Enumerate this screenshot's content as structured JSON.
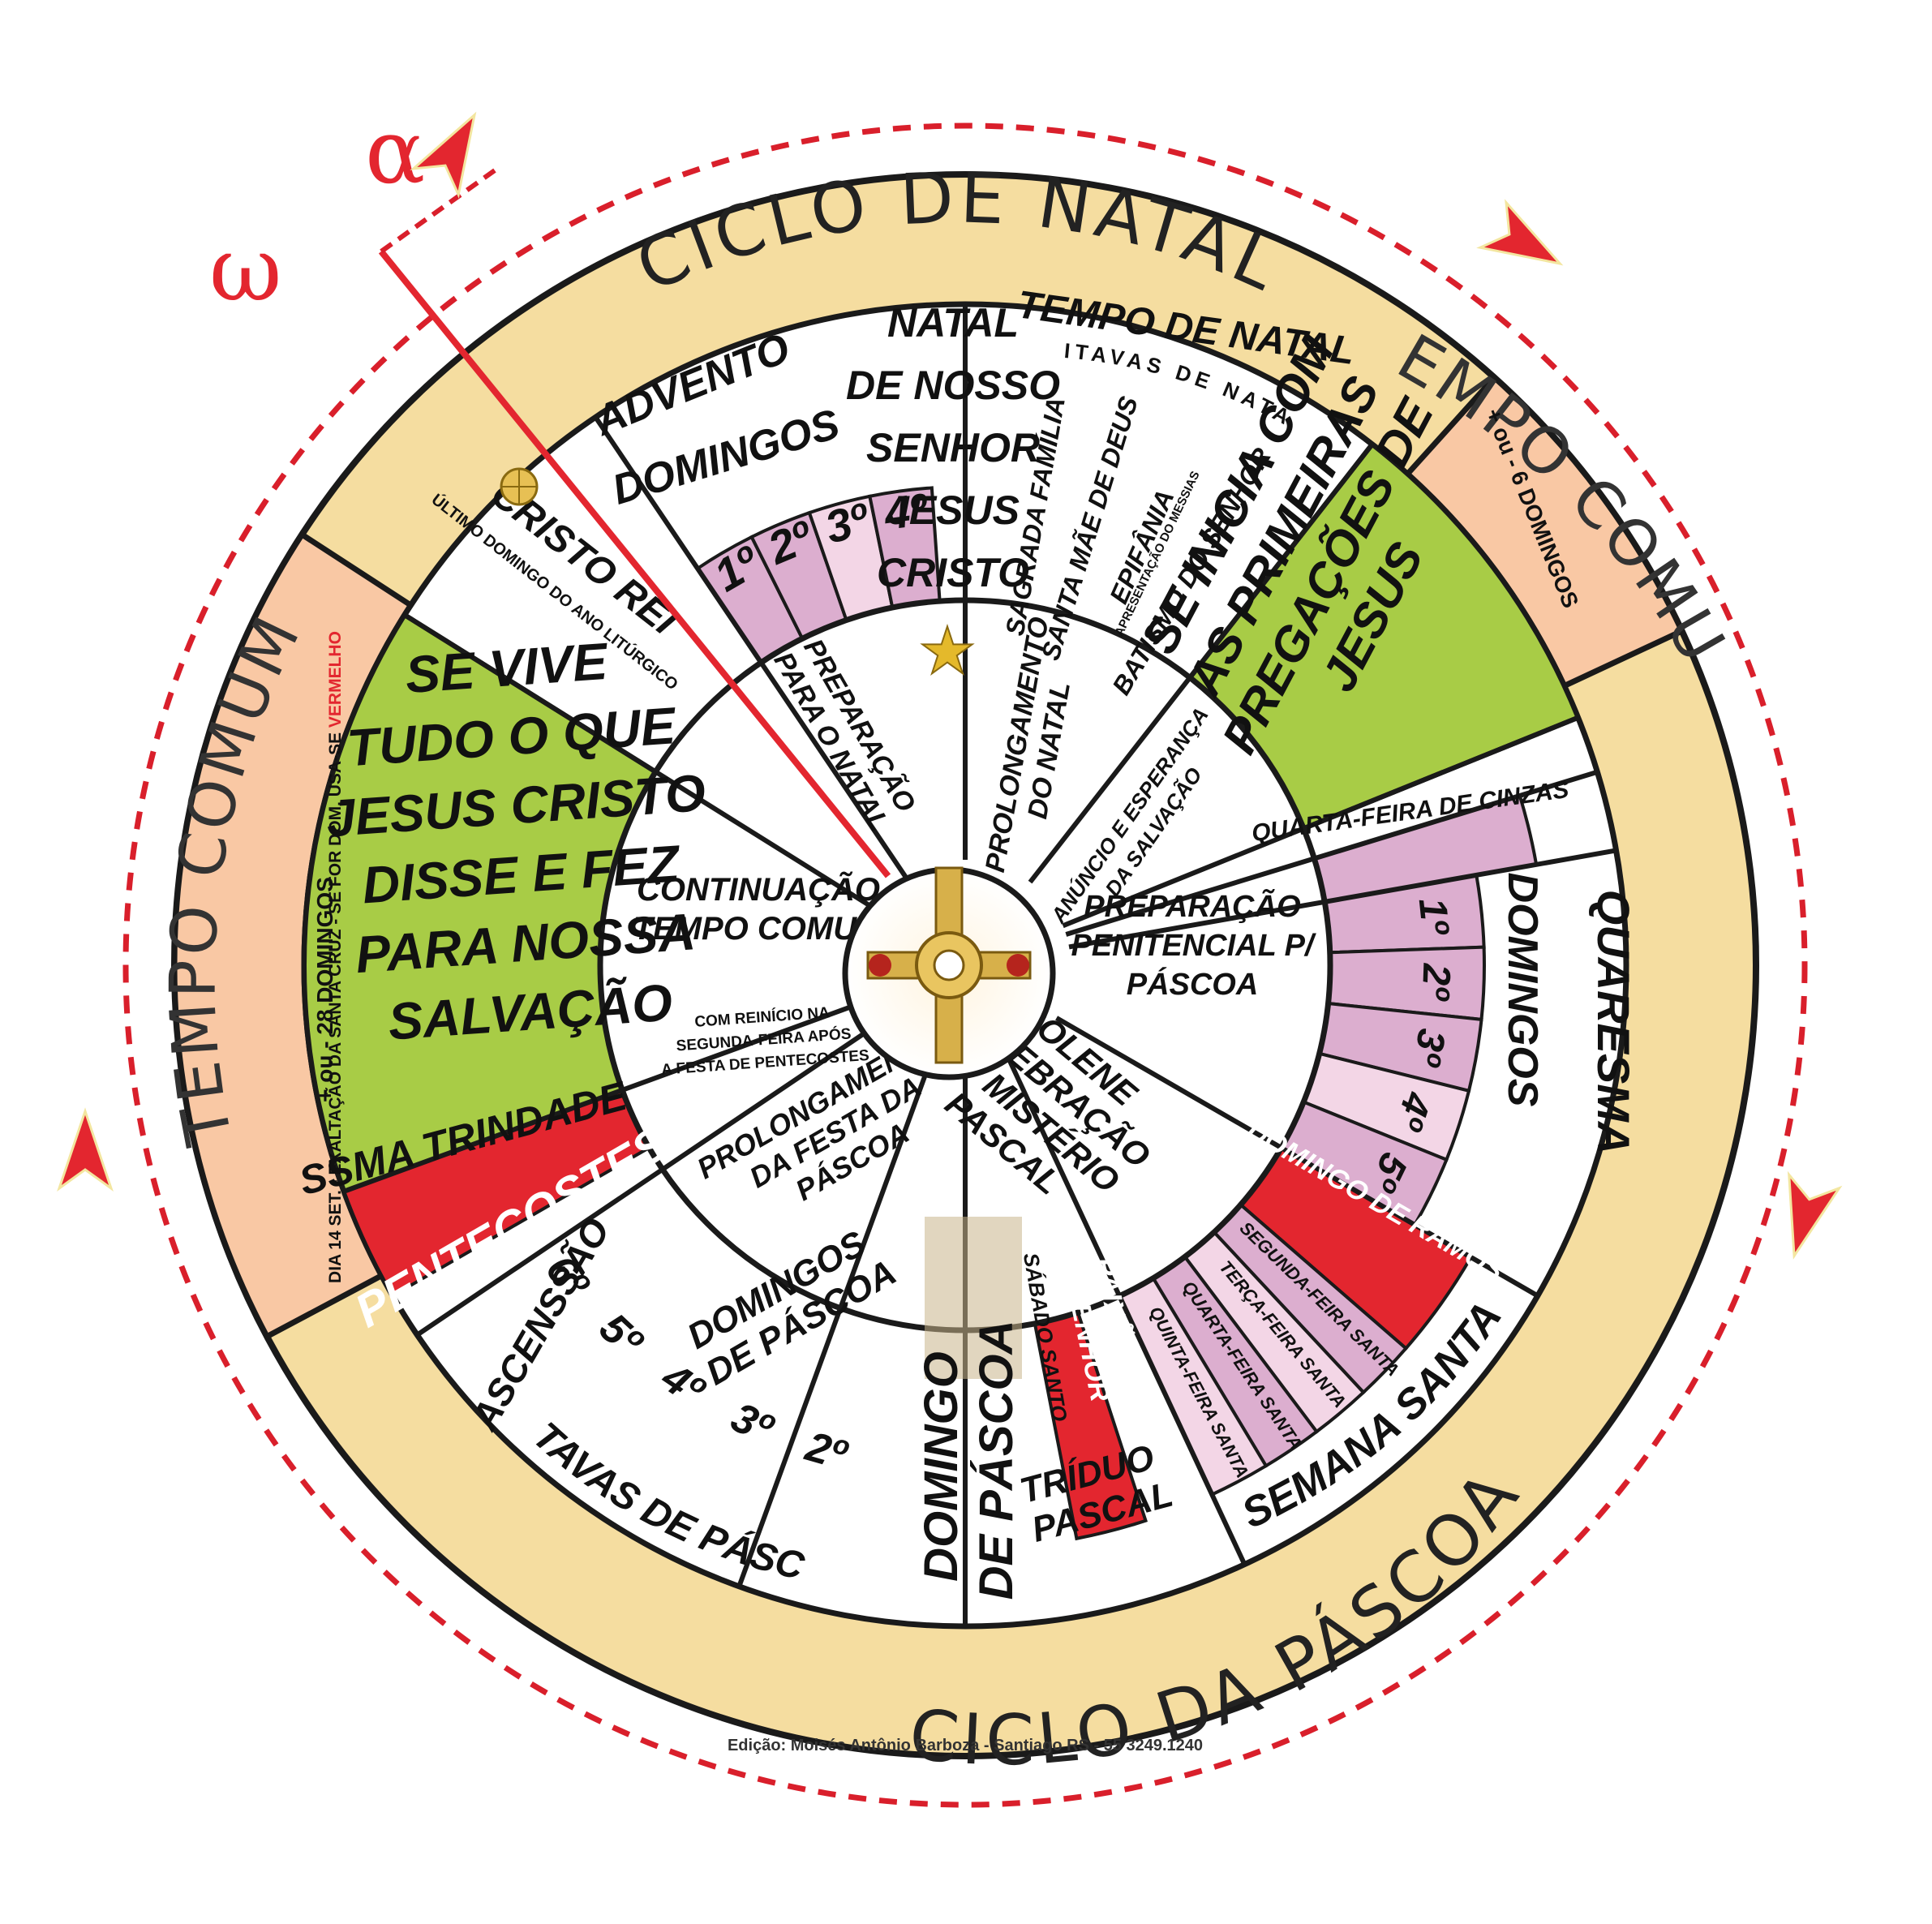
{
  "outer_ring": {
    "natal_title": "CICLO DE NATAL",
    "pascoa_title": "CICLO DA PÁSCOA",
    "tempo_comum_left": "TEMPO COMUM",
    "tempo_comum_right": "TEMPO COMUM"
  },
  "symbols": {
    "alpha": "α",
    "omega": "ω"
  },
  "natal": {
    "advento": "ADVENTO",
    "domingos": "DOMINGOS",
    "advent_sundays": [
      "1º",
      "2º",
      "3º",
      "4º"
    ],
    "natal_lines": [
      "NATAL",
      "DE NOSSO",
      "SENHOR",
      "JESUS",
      "CRISTO"
    ],
    "tempo_de_natal": "TEMPO DE NATAL",
    "oitavas_de_natal": "OITAVAS DE NATAL",
    "feasts": [
      "SAGRADA FAMÍLIA",
      "SANTA MÃE DE DEUS",
      "EPIFÂNIA",
      "BATISMO DO SENHOR"
    ],
    "epifania_sub": "APRESENTAÇÃO DO MESSIAS",
    "preparacao": [
      "PREPARAÇÃO",
      "PARA O NATAL"
    ],
    "prolongamento": [
      "PROLONGAMENTO",
      "DO NATAL"
    ],
    "anuncio": [
      "ANÚNCIO E ESPERANÇA",
      "DA SALVAÇÃO"
    ]
  },
  "tempo_comum": {
    "cristo_rei": "CRISTO REI",
    "cristo_rei_sub": "ÚLTIMO DOMINGO DO ANO LITÚRGICO",
    "left_green": [
      "SE VIVE",
      "TUDO O QUE",
      "JESUS CRISTO",
      "DISSE E FEZ",
      "PARA NOSSA",
      "SALVAÇÃO"
    ],
    "left_note": "DIA 14 SET. - EXALTAÇÃO DA SANTA CRUZ - SE FOR DOM. USA-SE",
    "left_note_red": "VERMELHO",
    "left_count": "+ ou - 28 DOMINGOS",
    "right_green": [
      "SE INICIA COM",
      "AS PRIMEIRAS",
      "PREGAÇÕES DE",
      "JESUS"
    ],
    "right_count": "+ ou - 6 DOMINGOS",
    "continuacao": [
      "CONTINUAÇÃO",
      "TEMPO COMUM"
    ],
    "reinicio": [
      "COM REINÍCIO NA",
      "SEGUNDA-FEIRA APÓS",
      "A FESTA DE PENTECOSTES"
    ]
  },
  "quaresma": {
    "cinzas": "QUARTA-FEIRA DE CINZAS",
    "sundays": [
      "1º",
      "2º",
      "3º",
      "4º",
      "5º"
    ],
    "domingos": "DOMINGOS",
    "quaresma": "QUARESMA",
    "preparacao": [
      "PREPARAÇÃO",
      "PENITENCIAL P/",
      "PÁSCOA"
    ]
  },
  "semana_santa": {
    "ramos": "DOMINGO DE RAMOS",
    "days": [
      "SEGUNDA-FEIRA SANTA",
      "TERÇA-FEIRA SANTA",
      "QUARTA-FEIRA SANTA",
      "QUINTA-FEIRA SANTA"
    ],
    "paixao": [
      "PAIXÃO DO",
      "SENHOR"
    ],
    "sabado": "SÁBADO SANTO",
    "triduo": [
      "TRÍDUO",
      "PASCAL"
    ],
    "semana_santa": "SEMANA SANTA",
    "solene": [
      "SOLENE",
      "CELEBRAÇÃO",
      "DO MISTÉRIO",
      "PASCAL"
    ]
  },
  "pascoa": {
    "domingo": [
      "DOMINGO",
      "DE PÁSCOA"
    ],
    "domingos_pascoa": [
      "DOMINGOS",
      "DE PÁSCOA"
    ],
    "sundays": [
      "2º",
      "3º",
      "4º",
      "5º",
      "6º"
    ],
    "oitavas": "OITAVAS DE PÁSCOA",
    "ascensao": "ASCENSSÃO",
    "pentecostes": "PENTECOSTES",
    "trindade": "SSMA TRINDADE",
    "prolongamento": [
      "PROLONGAMENTO",
      "DA FESTA DA",
      "PÁSCOA"
    ]
  },
  "edition": "Edição: Moisés Antônio Barboza - Santiago RS - 55 3249.1240",
  "colors": {
    "beige": "#f5dda0",
    "salmon": "#f9c8a4",
    "green": "#a8cc46",
    "purple": "#dcaecf",
    "light_purple": "#f3d6e6",
    "red": "#e3262f",
    "white": "#ffffff"
  }
}
